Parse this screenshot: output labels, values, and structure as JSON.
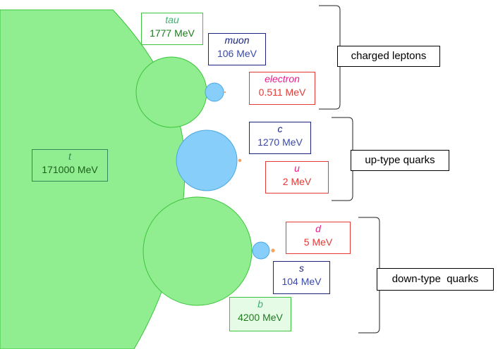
{
  "particles": {
    "tau": {
      "name": "tau",
      "mass": "1777 MeV"
    },
    "muon": {
      "name": "muon",
      "mass": "106 MeV"
    },
    "electron": {
      "name": "electron",
      "mass": "0.511 MeV"
    },
    "c": {
      "name": "c",
      "mass": "1270 MeV"
    },
    "u": {
      "name": "u",
      "mass": "2 MeV"
    },
    "t": {
      "name": "t",
      "mass": "171000 MeV"
    },
    "d": {
      "name": "d",
      "mass": "5 MeV"
    },
    "s": {
      "name": "s",
      "mass": "104 MeV"
    },
    "b": {
      "name": "b",
      "mass": "4200 MeV"
    }
  },
  "groups": {
    "charged_leptons": "charged leptons",
    "up_type_quarks": "up-type quarks",
    "down_type_quarks": "down-type  quarks"
  },
  "colors": {
    "green_fill": "#90ee90",
    "green_stroke": "#3cc43c",
    "blue_fill": "#87cefa",
    "blue_stroke": "#4aa8e0",
    "orange_dot": "#f4a460",
    "green_text": "#2e8b57",
    "navy": "#1a237e",
    "red": "#e53935",
    "pink": "#e91e8c"
  }
}
